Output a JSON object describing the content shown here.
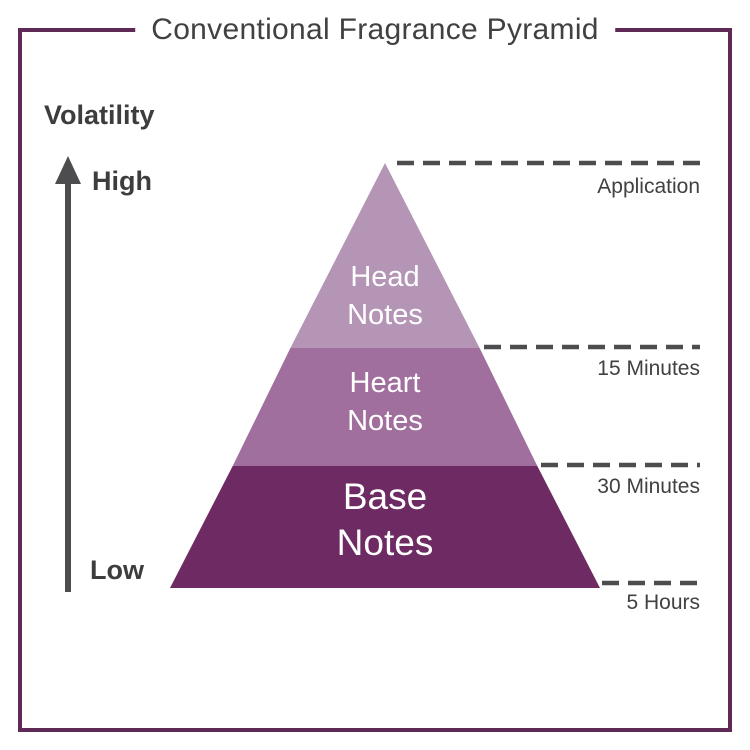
{
  "title": "Conventional Fragrance Pyramid",
  "axis": {
    "label": "Volatility",
    "high": "High",
    "low": "Low"
  },
  "pyramid": {
    "layers": [
      {
        "name": "head",
        "label": "Head Notes",
        "color": "#b495b5",
        "duration_to": "15 Minutes"
      },
      {
        "name": "heart",
        "label": "Heart Notes",
        "color": "#a06f9e",
        "duration_to": "30 Minutes"
      },
      {
        "name": "base",
        "label": "Base Notes",
        "color": "#6e2a62",
        "duration_to": "5 Hours"
      }
    ]
  },
  "timeline_markers": [
    {
      "label": "Application"
    },
    {
      "label": "15 Minutes"
    },
    {
      "label": "30 Minutes"
    },
    {
      "label": "5 Hours"
    }
  ],
  "colors": {
    "border": "#5e2955",
    "heading_text": "#414042",
    "line": "#4d4d4f",
    "layer_text": "#ffffff",
    "background": "#ffffff"
  }
}
